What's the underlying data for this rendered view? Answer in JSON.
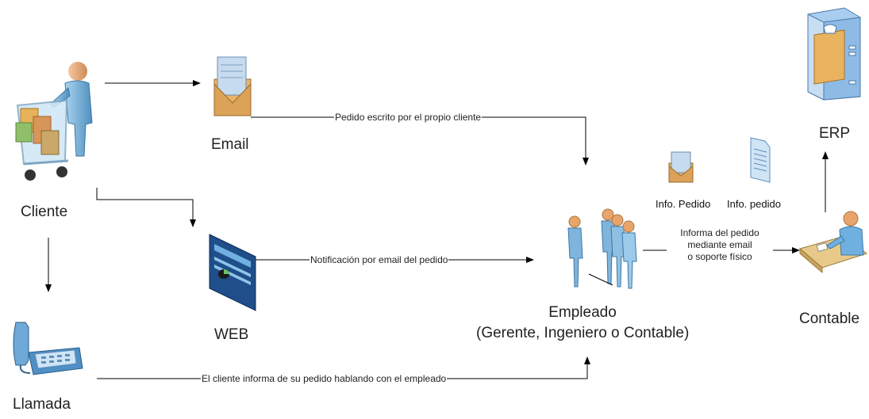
{
  "nodes": {
    "cliente": "Cliente",
    "email": "Email",
    "web": "WEB",
    "llamada": "Llamada",
    "empleado_line1": "Empleado",
    "empleado_line2": "(Gerente, Ingeniero o Contable)",
    "contable": "Contable",
    "erp": "ERP"
  },
  "edges": {
    "email_to_empleado": "Pedido escrito por el propio cliente",
    "web_to_empleado": "Notificación por email del pedido",
    "llamada_to_empleado": "El cliente informa de su pedido hablando con el empleado",
    "empleado_to_contable_1": "Informa del pedido",
    "empleado_to_contable_2": "mediante email",
    "empleado_to_contable_3": "o soporte físico"
  },
  "docs": {
    "info_pedido_email": "Info. Pedido",
    "info_pedido_doc": "Info. pedido"
  },
  "icons": {
    "cliente": "shopping-cart-person-icon",
    "email": "envelope-icon",
    "web": "web-page-icon",
    "llamada": "telephone-icon",
    "empleado": "group-of-people-icon",
    "contable": "accountant-desk-icon",
    "erp": "server-icon",
    "info_email": "envelope-icon",
    "info_doc": "document-icon"
  }
}
